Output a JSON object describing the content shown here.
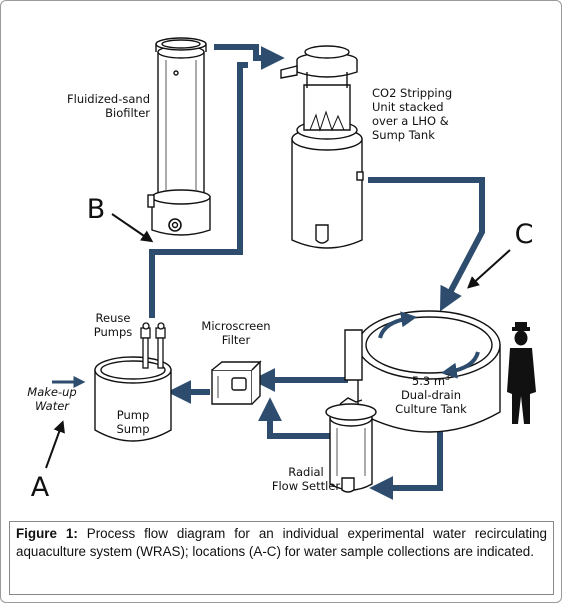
{
  "labels": {
    "biofilter_1": "Fluidized-sand",
    "biofilter_2": "Biofilter",
    "co2_1": "CO2 Stripping",
    "co2_2": "Unit stacked",
    "co2_3": "over a LHO &",
    "co2_4": "Sump Tank",
    "reuse_1": "Reuse",
    "reuse_2": "Pumps",
    "microscreen_1": "Microscreen",
    "microscreen_2": "Filter",
    "makeup_1": "Make-up",
    "makeup_2": "Water",
    "pump_1": "Pump",
    "pump_2": "Sump",
    "tank_volume": "5.3 m",
    "tank_volume_sup": "3",
    "tank_1": "Dual-drain",
    "tank_2": "Culture Tank",
    "settler_1": "Radial",
    "settler_2": "Flow Settler"
  },
  "locations": {
    "a": "A",
    "b": "B",
    "c": "C"
  },
  "caption": {
    "prefix": "Figure 1:",
    "text": " Process flow diagram for an individual experimental water recirculating aquaculture system (WRAS); locations (A-C) for water sample collections are indicated."
  },
  "colors": {
    "pipe": "#2e4d6e",
    "outline": "#111111"
  }
}
